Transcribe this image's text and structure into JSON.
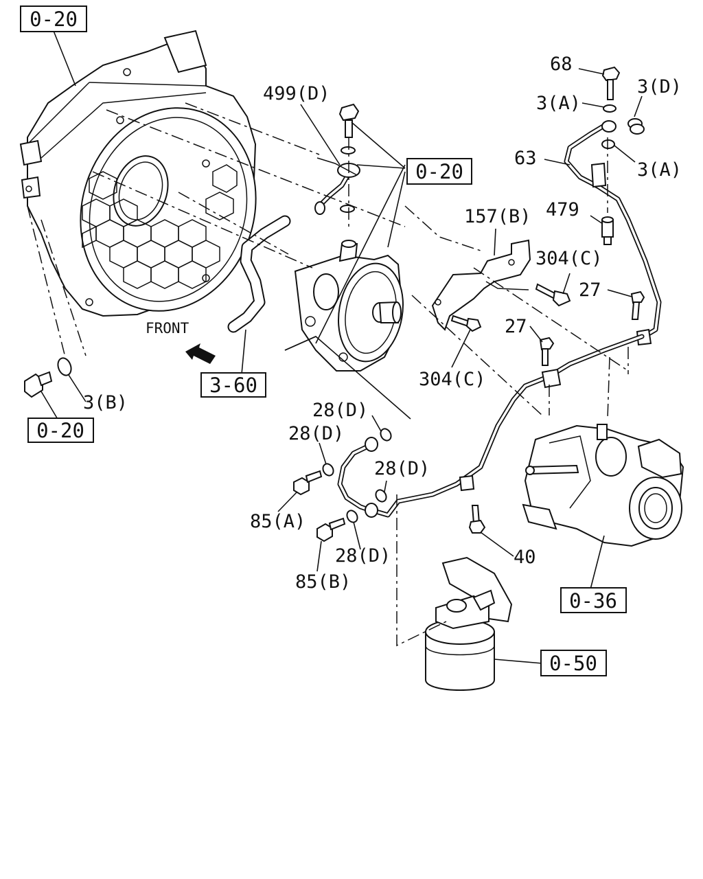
{
  "direction_label": "FRONT",
  "callouts": {
    "c68": "68",
    "c3a_top": "3(A)",
    "c3d": "3(D)",
    "c499d": "499(D)",
    "c63": "63",
    "c3a_mid": "3(A)",
    "c157b": "157(B)",
    "c479": "479",
    "c304c_top": "304(C)",
    "c27_top": "27",
    "c27_mid": "27",
    "c304c_mid": "304(C)",
    "c3b": "3(B)",
    "c28d_1": "28(D)",
    "c28d_2": "28(D)",
    "c28d_3": "28(D)",
    "c28d_4": "28(D)",
    "c85a": "85(A)",
    "c85b": "85(B)",
    "c40": "40"
  },
  "refs": {
    "r_topleft": "0-20",
    "r_mid": "0-20",
    "r_bottomleft": "0-20",
    "r_hose": "3-60",
    "r_turbo": "0-36",
    "r_filter": "0-50"
  },
  "icons": {
    "front_arrow": "arrow-upper-left-icon"
  }
}
